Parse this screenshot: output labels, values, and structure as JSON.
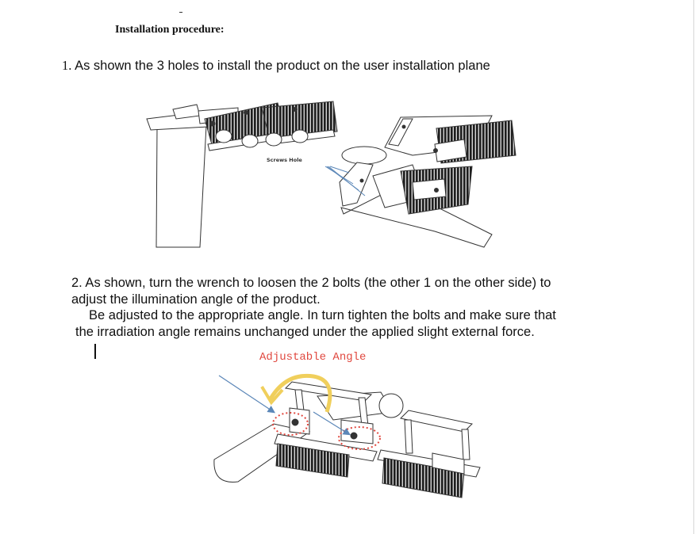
{
  "document": {
    "title": "Installation procedure:",
    "step1": {
      "number": "1.",
      "text": "As shown the 3 holes to install the product on the user installation plane"
    },
    "step2": {
      "line1": "2. As shown, turn the wrench to loosen the 2 bolts (the other 1 on the other side) to",
      "line2": "adjust the illumination angle of the product.",
      "line3": "Be adjusted to the appropriate angle. In turn tighten the bolts and make sure that",
      "line4": "the irradiation angle remains unchanged under the applied slight external force."
    }
  },
  "figure1": {
    "screws_label": "Screws Hole"
  },
  "figure2": {
    "angle_label": "Adjustable Angle"
  },
  "colors": {
    "line_art": "#333333",
    "fin_dark": "#1e1e1e",
    "arrow_blue": "#5b87b8",
    "angle_red": "#e0483f",
    "angle_arrow": "#f0cf5c"
  }
}
